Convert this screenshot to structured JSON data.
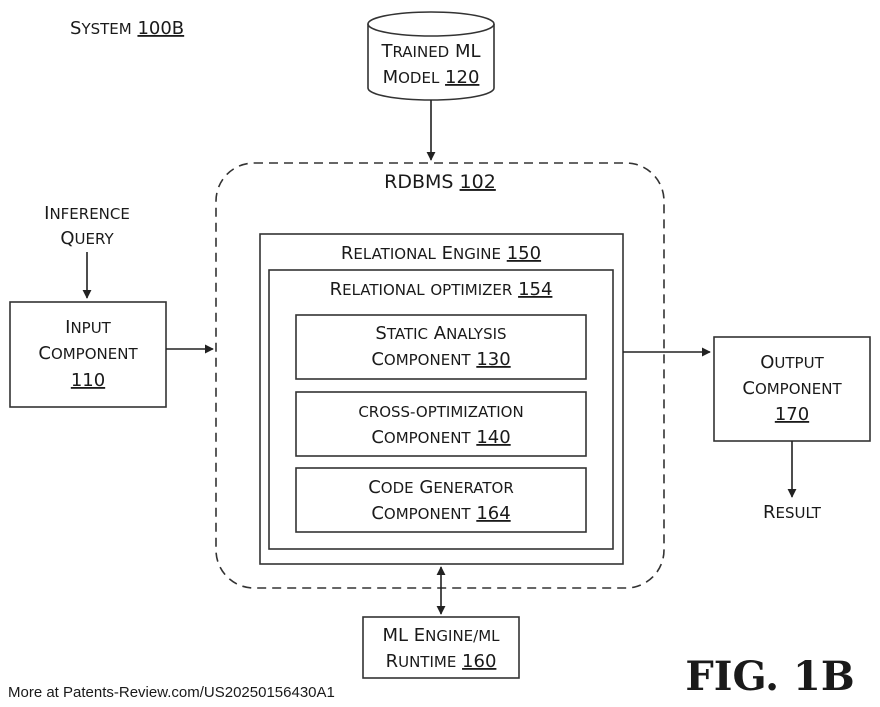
{
  "system_label": {
    "first": "S",
    "rest": "YSTEM",
    "number": "100B"
  },
  "trained_model": {
    "line1": [
      [
        "T",
        "RAINED"
      ],
      [
        "ML",
        ""
      ]
    ],
    "line2": [
      [
        "M",
        "ODEL"
      ]
    ],
    "number": "120"
  },
  "rdbms": {
    "label": "RDBMS",
    "number": "102"
  },
  "inference_query": {
    "line1": [
      [
        "I",
        "NFERENCE"
      ]
    ],
    "line2": [
      [
        "Q",
        "UERY"
      ]
    ]
  },
  "input_component": {
    "line1": [
      [
        "I",
        "NPUT"
      ]
    ],
    "line2": [
      [
        "C",
        "OMPONENT"
      ]
    ],
    "number": "110"
  },
  "relational_engine": {
    "words": [
      [
        "R",
        "ELATIONAL"
      ],
      [
        "E",
        "NGINE"
      ]
    ],
    "number": "150"
  },
  "relational_optimizer": {
    "words": [
      [
        "R",
        "ELATIONAL"
      ],
      [
        "",
        "OPTIMIZER"
      ]
    ],
    "number": "154"
  },
  "static_analysis": {
    "line1": [
      [
        "S",
        "TATIC"
      ],
      [
        "A",
        "NALYSIS"
      ]
    ],
    "line2": [
      [
        "C",
        "OMPONENT"
      ]
    ],
    "number": "130"
  },
  "cross_optimization": {
    "line1": [
      [
        "",
        "CROSS-OPTIMIZATION"
      ]
    ],
    "line2": [
      [
        "C",
        "OMPONENT"
      ]
    ],
    "number": "140"
  },
  "code_generator": {
    "line1": [
      [
        "C",
        "ODE"
      ],
      [
        "G",
        "ENERATOR"
      ]
    ],
    "line2": [
      [
        "C",
        "OMPONENT"
      ]
    ],
    "number": "164"
  },
  "output_component": {
    "line1": [
      [
        "O",
        "UTPUT"
      ]
    ],
    "line2": [
      [
        "C",
        "OMPONENT"
      ]
    ],
    "number": "170"
  },
  "result": {
    "words": [
      [
        "R",
        "ESULT"
      ]
    ]
  },
  "ml_engine": {
    "line1": [
      [
        "ML",
        ""
      ],
      [
        "E",
        "NGINE/ML"
      ]
    ],
    "line2": [
      [
        "R",
        "UNTIME"
      ]
    ],
    "number": "160"
  },
  "figure_label": "FIG. 1B",
  "footer": "More at Patents-Review.com/US20250156430A1"
}
